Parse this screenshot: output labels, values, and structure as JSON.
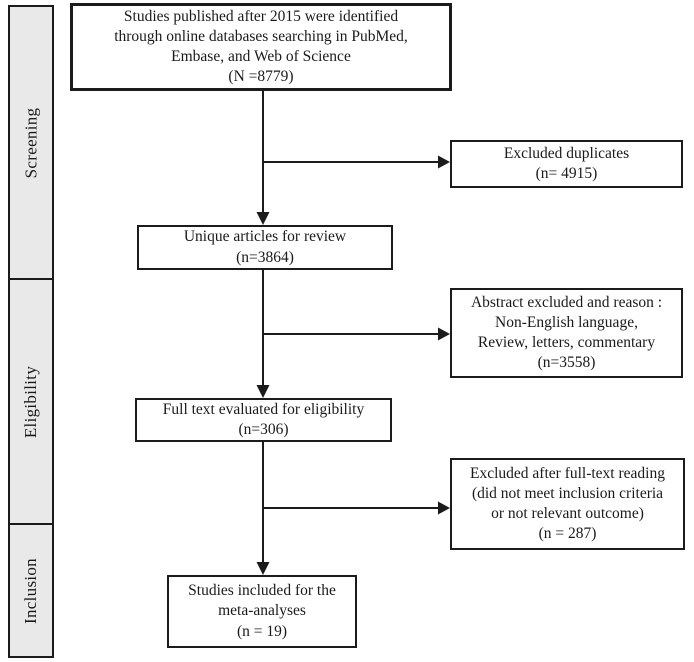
{
  "sidebar": {
    "screening": "Screening",
    "eligibility": "Eligibility",
    "inclusion": "Inclusion"
  },
  "boxes": {
    "identification": "Studies published after 2015 were identified\nthrough online databases searching in PubMed,\nEmbase, and Web of Science\n(N =8779)",
    "excluded_duplicates": "Excluded duplicates\n(n= 4915)",
    "unique_articles": "Unique articles for review\n(n=3864)",
    "abstract_excluded": "Abstract excluded and reason :\nNon-English language,\nReview, letters, commentary\n(n=3558)",
    "full_text_eligibility": "Full text evaluated for eligibility\n(n=306)",
    "excluded_full_text": "Excluded after full-text reading\n(did not meet inclusion criteria\nor not relevant outcome)\n(n = 287)",
    "included_meta_analyses": "Studies included for the\nmeta-analyses\n(n = 19)"
  },
  "counts": {
    "identified": 8779,
    "excluded_duplicates": 4915,
    "unique_articles": 3864,
    "abstract_excluded": 3558,
    "full_text_evaluated": 306,
    "excluded_full_text": 287,
    "included": 19
  },
  "colors": {
    "border": "#1b1b1b",
    "sidebar_fill": "#e9e9e9",
    "background": "#ffffff",
    "text": "#1a1a1a"
  }
}
